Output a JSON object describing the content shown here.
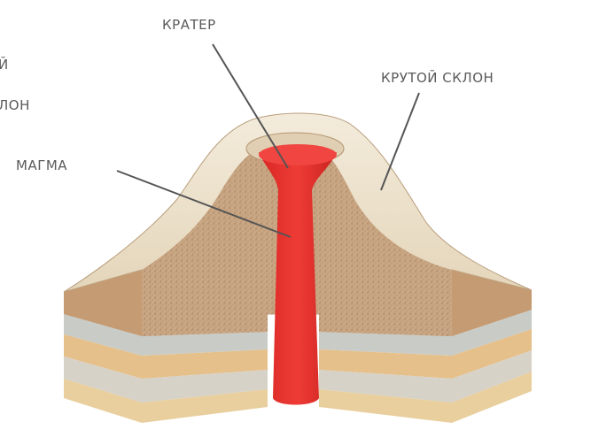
{
  "labels": {
    "left_cut_top": "Й",
    "left_cut_bottom": "ЛОН",
    "crater": "КРАТЕР",
    "steep_slope": "КРУТОЙ СКЛОН",
    "magma": "МАГМА"
  },
  "colors": {
    "magma": "#e8302c",
    "ash_cone": "#efe4cf",
    "sand_core": "#c9a57e",
    "brown_layer": "#b4704a",
    "grey_layer": "#c9ccc6",
    "yellow_layer": "#e6c08a",
    "leader_line": "#555555"
  }
}
